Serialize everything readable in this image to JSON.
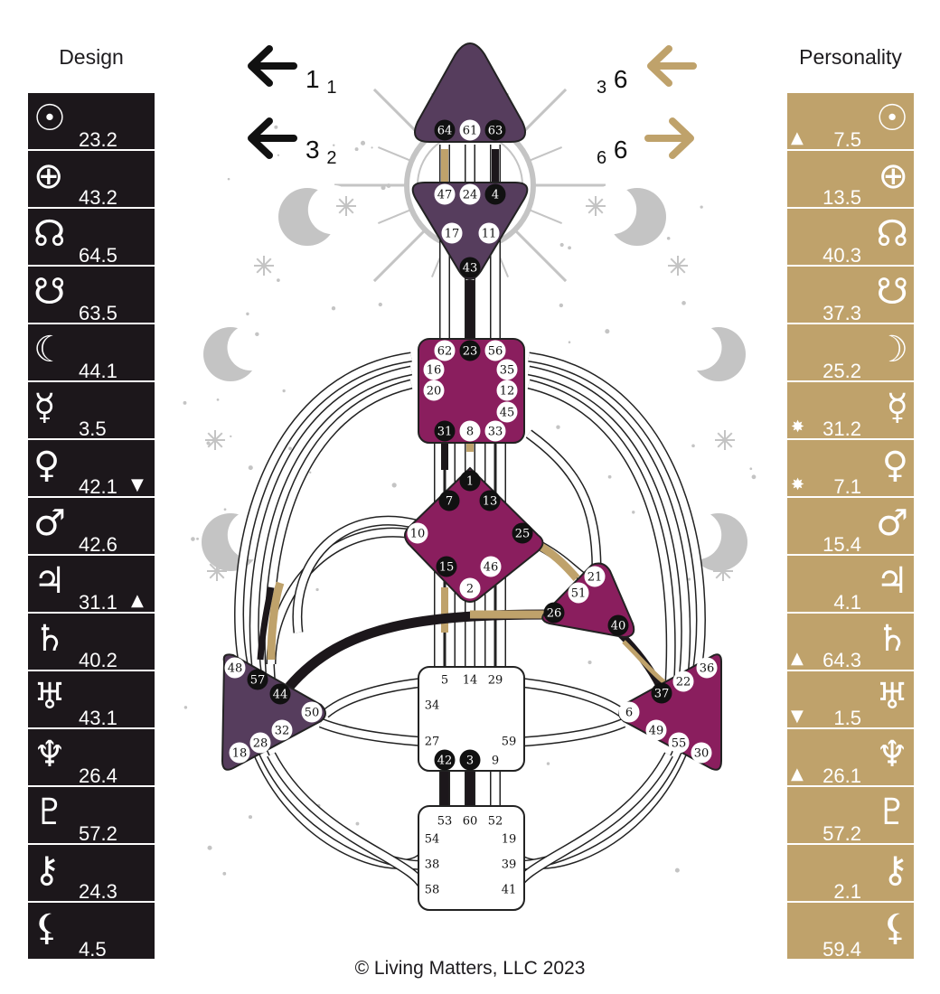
{
  "design": {
    "title": "Design",
    "rows": [
      {
        "planet": "sun-icon",
        "glyph": "☉",
        "value": "23.2",
        "mark": ""
      },
      {
        "planet": "earth-icon",
        "glyph": "⊕",
        "value": "43.2",
        "mark": ""
      },
      {
        "planet": "north-node-icon",
        "glyph": "☊",
        "value": "64.5",
        "mark": ""
      },
      {
        "planet": "south-node-icon",
        "glyph": "☋",
        "value": "63.5",
        "mark": ""
      },
      {
        "planet": "moon-icon",
        "glyph": "☾",
        "value": "44.1",
        "mark": ""
      },
      {
        "planet": "mercury-icon",
        "glyph": "☿",
        "value": "3.5",
        "mark": ""
      },
      {
        "planet": "venus-icon",
        "glyph": "♀",
        "value": "42.1",
        "mark": "▼"
      },
      {
        "planet": "mars-icon",
        "glyph": "♂",
        "value": "42.6",
        "mark": ""
      },
      {
        "planet": "jupiter-icon",
        "glyph": "♃",
        "value": "31.1",
        "mark": "▲"
      },
      {
        "planet": "saturn-icon",
        "glyph": "♄",
        "value": "40.2",
        "mark": ""
      },
      {
        "planet": "uranus-icon",
        "glyph": "♅",
        "value": "43.1",
        "mark": ""
      },
      {
        "planet": "neptune-icon",
        "glyph": "♆",
        "value": "26.4",
        "mark": ""
      },
      {
        "planet": "pluto-icon",
        "glyph": "♇",
        "value": "57.2",
        "mark": ""
      },
      {
        "planet": "chiron-icon",
        "glyph": "⚷",
        "value": "24.3",
        "mark": ""
      },
      {
        "planet": "lilith-icon",
        "glyph": "⚸",
        "value": "4.5",
        "mark": ""
      }
    ]
  },
  "personality": {
    "title": "Personality",
    "rows": [
      {
        "planet": "sun-icon",
        "glyph": "☉",
        "value": "7.5",
        "mark": "▲"
      },
      {
        "planet": "earth-icon",
        "glyph": "⊕",
        "value": "13.5",
        "mark": ""
      },
      {
        "planet": "north-node-icon",
        "glyph": "☊",
        "value": "40.3",
        "mark": ""
      },
      {
        "planet": "south-node-icon",
        "glyph": "☋",
        "value": "37.3",
        "mark": ""
      },
      {
        "planet": "moon-icon",
        "glyph": "☽",
        "value": "25.2",
        "mark": ""
      },
      {
        "planet": "mercury-icon",
        "glyph": "☿",
        "value": "31.2",
        "mark": "✸"
      },
      {
        "planet": "venus-icon",
        "glyph": "♀",
        "value": "7.1",
        "mark": "✸"
      },
      {
        "planet": "mars-icon",
        "glyph": "♂",
        "value": "15.4",
        "mark": ""
      },
      {
        "planet": "jupiter-icon",
        "glyph": "♃",
        "value": "4.1",
        "mark": ""
      },
      {
        "planet": "saturn-icon",
        "glyph": "♄",
        "value": "64.3",
        "mark": "▲"
      },
      {
        "planet": "uranus-icon",
        "glyph": "♅",
        "value": "1.5",
        "mark": "▼"
      },
      {
        "planet": "neptune-icon",
        "glyph": "♆",
        "value": "26.1",
        "mark": "▲"
      },
      {
        "planet": "pluto-icon",
        "glyph": "♇",
        "value": "57.2",
        "mark": ""
      },
      {
        "planet": "chiron-icon",
        "glyph": "⚷",
        "value": "2.1",
        "mark": ""
      },
      {
        "planet": "lilith-icon",
        "glyph": "⚸",
        "value": "59.4",
        "mark": ""
      }
    ]
  },
  "variables": {
    "design_top": {
      "big": "1",
      "small": "1",
      "direction": "left"
    },
    "design_bottom": {
      "big": "3",
      "small": "2",
      "direction": "left"
    },
    "personality_top": {
      "big": "6",
      "small": "3",
      "direction": "left"
    },
    "personality_bottom": {
      "big": "6",
      "small": "6",
      "direction": "right"
    }
  },
  "colors": {
    "design": "#1c171b",
    "personality": "#bfa26b",
    "head_center": "#563d5d",
    "defined_center": "#8a1e5e",
    "open_center": "#ffffff",
    "decor": "#c4c4c4"
  },
  "centers": {
    "head": {
      "gates": [
        "64",
        "61",
        "63"
      ]
    },
    "ajna": {
      "gates": [
        "47",
        "24",
        "4",
        "17",
        "11",
        "43"
      ]
    },
    "throat": {
      "gates": [
        "62",
        "23",
        "56",
        "16",
        "35",
        "20",
        "12",
        "45",
        "31",
        "8",
        "33"
      ]
    },
    "g": {
      "gates": [
        "1",
        "7",
        "13",
        "10",
        "25",
        "15",
        "46",
        "2"
      ]
    },
    "heart": {
      "gates": [
        "21",
        "51",
        "26",
        "40"
      ]
    },
    "spleen": {
      "gates": [
        "48",
        "57",
        "44",
        "50",
        "32",
        "28",
        "18"
      ]
    },
    "solar_plexus": {
      "gates": [
        "36",
        "22",
        "37",
        "6",
        "49",
        "55",
        "30"
      ]
    },
    "sacral": {
      "gates": [
        "5",
        "14",
        "29",
        "34",
        "27",
        "59",
        "42",
        "3",
        "9"
      ]
    },
    "root": {
      "gates": [
        "53",
        "60",
        "52",
        "54",
        "19",
        "38",
        "39",
        "58",
        "41"
      ]
    }
  },
  "defined_gates": [
    "64",
    "63",
    "4",
    "43",
    "23",
    "31",
    "1",
    "7",
    "13",
    "25",
    "15",
    "26",
    "40",
    "57",
    "44",
    "37",
    "42",
    "3"
  ],
  "footer": {
    "copyright": "© Living Matters, LLC 2023"
  }
}
